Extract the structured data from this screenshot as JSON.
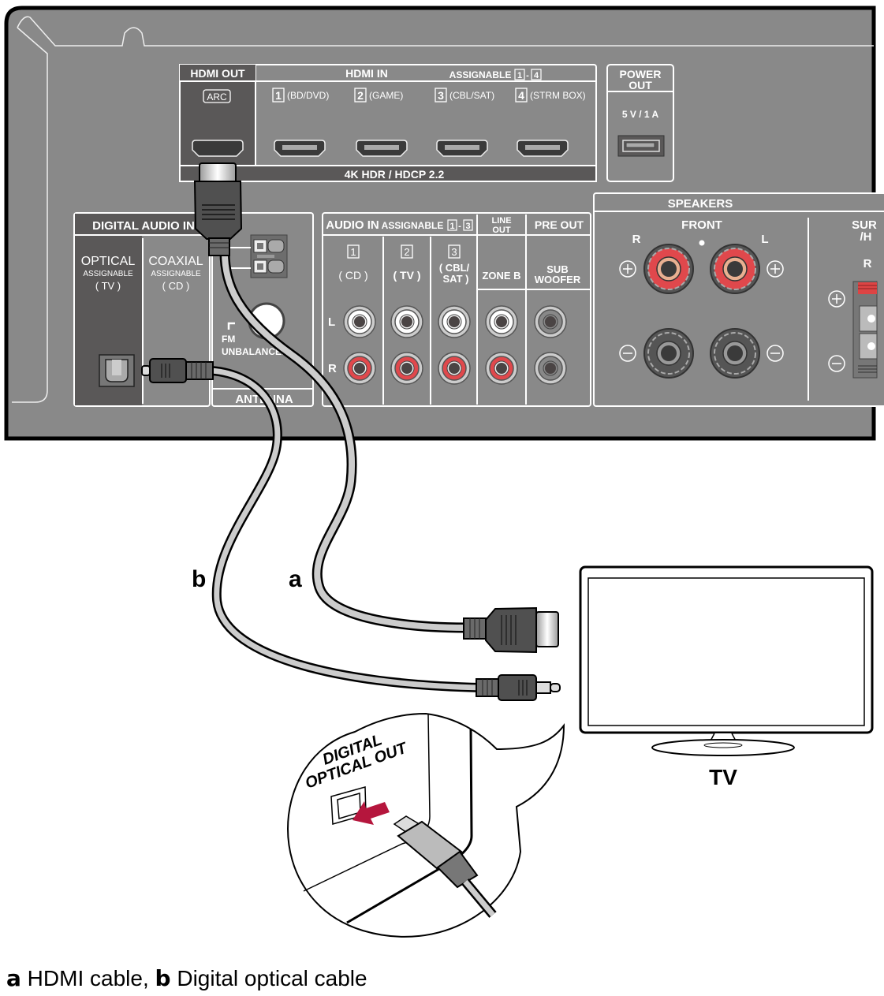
{
  "receiver": {
    "hdmi_out": {
      "title": "HDMI OUT",
      "arc_badge": "ARC"
    },
    "hdmi_in": {
      "title": "HDMI IN",
      "assignable_label": "ASSIGNABLE",
      "assignable_from": "1",
      "assignable_to": "4",
      "ports": [
        {
          "num": "1",
          "label": "(BD/DVD)"
        },
        {
          "num": "2",
          "label": "(GAME)"
        },
        {
          "num": "3",
          "label": "(CBL/SAT)"
        },
        {
          "num": "4",
          "label": "(STRM BOX)"
        }
      ],
      "footer": "4K HDR / HDCP 2.2"
    },
    "power_out": {
      "title_line1": "POWER",
      "title_line2": "OUT",
      "rating": "5 V / 1 A"
    },
    "digital_audio_in": {
      "title": "DIGITAL AUDIO IN",
      "optical": {
        "name": "OPTICAL",
        "assignable": "ASSIGNABLE",
        "default": "( TV )"
      },
      "coaxial": {
        "name": "COAXIAL",
        "assignable": "ASSIGNABLE",
        "default": "( CD )"
      }
    },
    "antenna": {
      "title": "ANTENNA",
      "fm_label": "FM",
      "unbalanced_label": "UNBALANCED"
    },
    "audio_in": {
      "title": "AUDIO IN",
      "assignable_label": "ASSIGNABLE",
      "assignable_from": "1",
      "assignable_to": "3",
      "channels": [
        {
          "num": "1",
          "label": "( CD )"
        },
        {
          "num": "2",
          "label": "( TV )"
        },
        {
          "num": "3",
          "label_line1": "( CBL/",
          "label_line2": "SAT )"
        }
      ],
      "left": "L",
      "right": "R"
    },
    "line_out": {
      "title_line1": "LINE",
      "title_line2": "OUT",
      "sub": "ZONE B"
    },
    "pre_out": {
      "title": "PRE OUT",
      "sub_line1": "SUB",
      "sub_line2": "WOOFER"
    },
    "speakers": {
      "title": "SPEAKERS",
      "front": {
        "title": "FRONT",
        "right": "R",
        "left": "L",
        "plus": "+",
        "minus": "−"
      },
      "surround": {
        "title_line1": "SUR",
        "title_line2": "/H",
        "right": "R"
      }
    }
  },
  "cables": {
    "a": {
      "letter": "a",
      "name": "HDMI cable"
    },
    "b": {
      "letter": "b",
      "name": "Digital optical cable"
    }
  },
  "callout": {
    "label_line1": "DIGITAL",
    "label_line2": "OPTICAL OUT"
  },
  "tv": {
    "label": "TV"
  },
  "caption": {
    "a_letter": "a",
    "a_text": " HDMI cable, ",
    "b_letter": "b",
    "b_text": " Digital optical cable"
  },
  "colors": {
    "panel": "#898989",
    "panel_dark": "#5a5858",
    "cable": "#cccccc",
    "red_jack": "#e0484c",
    "arrow": "#b5163d"
  }
}
